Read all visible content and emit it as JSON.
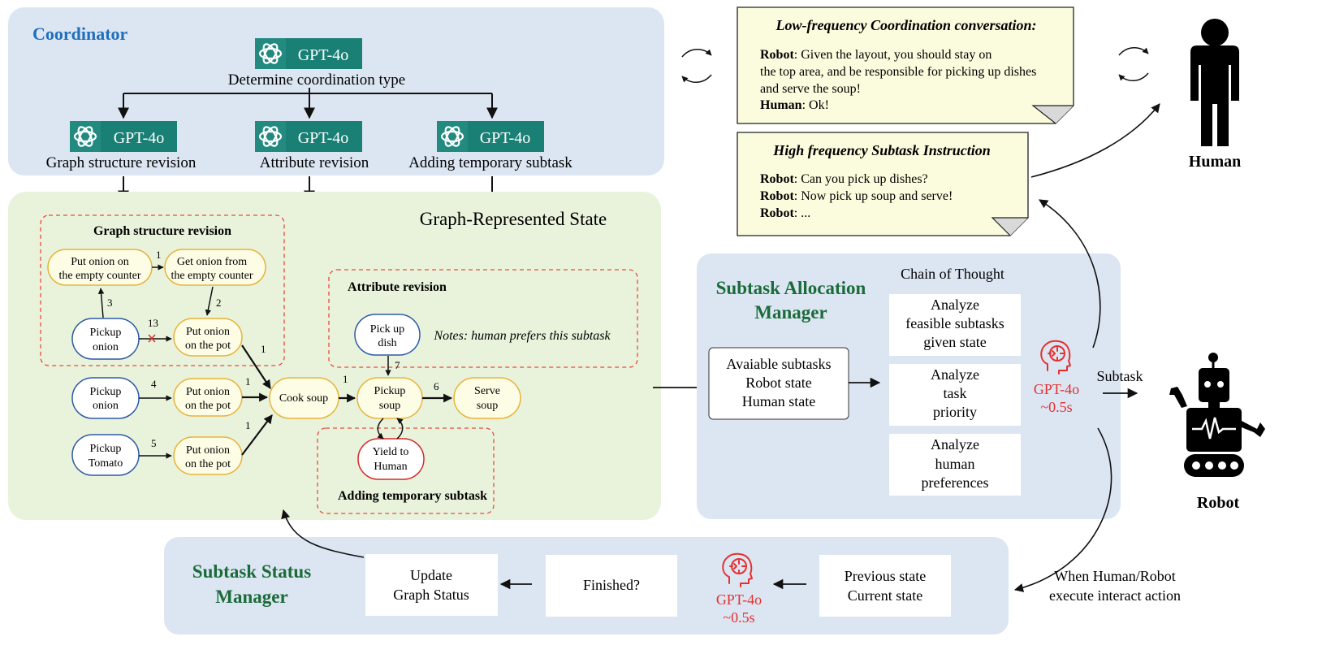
{
  "coordinator": {
    "title": "Coordinator",
    "model_label": "GPT-4o",
    "determine_label": "Determine coordination type",
    "branches": [
      "Graph structure revision",
      "Attribute revision",
      "Adding temporary subtask"
    ]
  },
  "graph_state": {
    "title": "Graph-Represented State",
    "structure_box_title": "Graph structure revision",
    "attribute_box_title": "Attribute revision",
    "temporary_box_title": "Adding temporary subtask",
    "notes": "Notes: human prefers this subtask",
    "nodes": {
      "put_onion_counter": [
        "Put onion on",
        "the empty counter"
      ],
      "get_onion_counter": [
        "Get onion from",
        "the empty counter"
      ],
      "pickup_onion_1": [
        "Pickup",
        "onion"
      ],
      "put_onion_pot_1": [
        "Put onion",
        "on the pot"
      ],
      "pickup_onion_2": [
        "Pickup",
        "onion"
      ],
      "put_onion_pot_2": [
        "Put onion",
        "on the pot"
      ],
      "pickup_tomato": [
        "Pickup",
        "Tomato"
      ],
      "put_onion_pot_3": [
        "Put onion",
        "on the pot"
      ],
      "cook_soup": [
        "Cook soup"
      ],
      "pickup_dish": [
        "Pick up",
        "dish"
      ],
      "pickup_soup": [
        "Pickup",
        "soup"
      ],
      "serve_soup": [
        "Serve",
        "soup"
      ],
      "yield_human": [
        "Yield to",
        "Human"
      ]
    },
    "edge_labels": {
      "e1": "1",
      "e2": "2",
      "e3": "3",
      "e13": "13",
      "e4": "4",
      "e5": "5",
      "e6": "6",
      "e7": "7",
      "cook_in_top": "1",
      "cook_in_mid": "1",
      "cook_in_bot": "1",
      "cook_out": "1"
    }
  },
  "conversations": {
    "low_title": "Low-frequency Coordination conversation:",
    "low_lines": [
      {
        "speaker": "Robot",
        "text": ": Given the layout, you should stay on"
      },
      {
        "speaker": "",
        "text": "the top area, and be responsible for picking up dishes"
      },
      {
        "speaker": "",
        "text": "and serve the soup!"
      },
      {
        "speaker": "Human",
        "text": ": Ok!"
      }
    ],
    "high_title": "High frequency Subtask Instruction",
    "high_lines": [
      {
        "speaker": "Robot",
        "text": ": Can you pick up dishes?"
      },
      {
        "speaker": "Robot",
        "text": ": Now pick up soup and serve!"
      },
      {
        "speaker": "Robot",
        "text": ": ..."
      }
    ]
  },
  "agents": {
    "human_label": "Human",
    "robot_label": "Robot"
  },
  "allocation": {
    "title": [
      "Subtask Allocation",
      "Manager"
    ],
    "cot_label": "Chain of Thought",
    "inputs": [
      "Avaiable subtasks",
      "Robot state",
      "Human state"
    ],
    "steps": [
      [
        "Analyze",
        "feasible subtasks",
        "given state"
      ],
      [
        "Analyze",
        "task",
        "priority"
      ],
      [
        "Analyze",
        "human",
        "preferences"
      ]
    ],
    "model": "GPT-4o",
    "latency": "~0.5s",
    "output_label": "Subtask"
  },
  "status": {
    "title": [
      "Subtask Status",
      "Manager"
    ],
    "update": [
      "Update",
      "Graph Status"
    ],
    "finished": "Finished?",
    "states": [
      "Previous state",
      "Current state"
    ],
    "model": "GPT-4o",
    "latency": "~0.5s",
    "trigger": [
      "When Human/Robot",
      "execute interact action"
    ]
  },
  "colors": {
    "coordinator_bg": "#dce6f2",
    "graph_bg": "#e9f3dc",
    "manager_bg": "#dce6f2",
    "note_bg": "#fbfbdd",
    "gpt_teal": "#1a7f75",
    "accent_blue": "#1f6fbf",
    "manager_green": "#1b6b3a",
    "gpt_red": "#e53030",
    "node_yellow": "#e8b33c",
    "node_blue": "#2e5aa8",
    "node_red": "#d42a2a"
  }
}
